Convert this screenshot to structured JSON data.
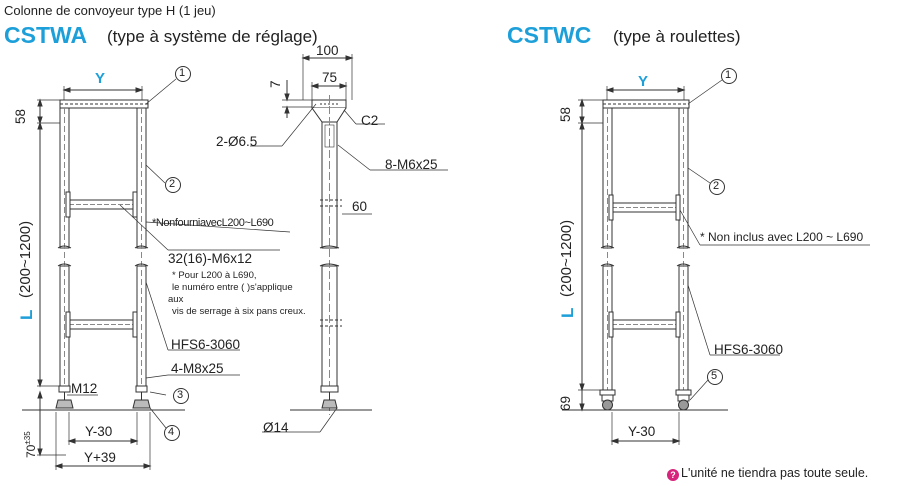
{
  "header": {
    "caption": "Colonne de convoyeur type H (1 jeu)"
  },
  "left": {
    "model": "CSTWA",
    "type": "(type à système de réglage)",
    "y_label": "Y",
    "l_label": "L",
    "l_range": "(200~1200)",
    "dim_58": "58",
    "dim_70": "70",
    "dim_70_tol": "±35",
    "note_nonfourni": "*NonfourniavecL200~L690",
    "screws": "32(16)-M6x12",
    "screw_note": [
      "* Pour L200 à L690,",
      "le numéro entre ( )s'applique",
      "aux",
      "vis de serrage à six pans creux."
    ],
    "hfs": "HFS6-3060",
    "m8": "4-M8x25",
    "m12": "M12",
    "y30": "Y-30",
    "y39": "Y+39",
    "callouts": [
      "1",
      "2",
      "3",
      "4"
    ]
  },
  "side": {
    "dim_100": "100",
    "dim_75": "75",
    "dim_7": "7",
    "c2": "C2",
    "holes": "2-Ø6.5",
    "m6": "8-M6x25",
    "dim_60": "60",
    "d14": "Ø14"
  },
  "right": {
    "model": "CSTWC",
    "type": "(type à roulettes)",
    "y_label": "Y",
    "l_label": "L",
    "l_range": "(200~1200)",
    "dim_58": "58",
    "dim_69": "69",
    "note_noninclus": "* Non inclus avec L200 ~ L690",
    "hfs": "HFS6-3060",
    "y30": "Y-30",
    "callouts": [
      "1",
      "2",
      "5"
    ]
  },
  "footer": {
    "note_icon": "?",
    "note": "L'unité ne tiendra pas toute seule."
  },
  "colors": {
    "accent": "#1d9fd9",
    "line": "#333333",
    "note_icon": "#d6247c"
  }
}
